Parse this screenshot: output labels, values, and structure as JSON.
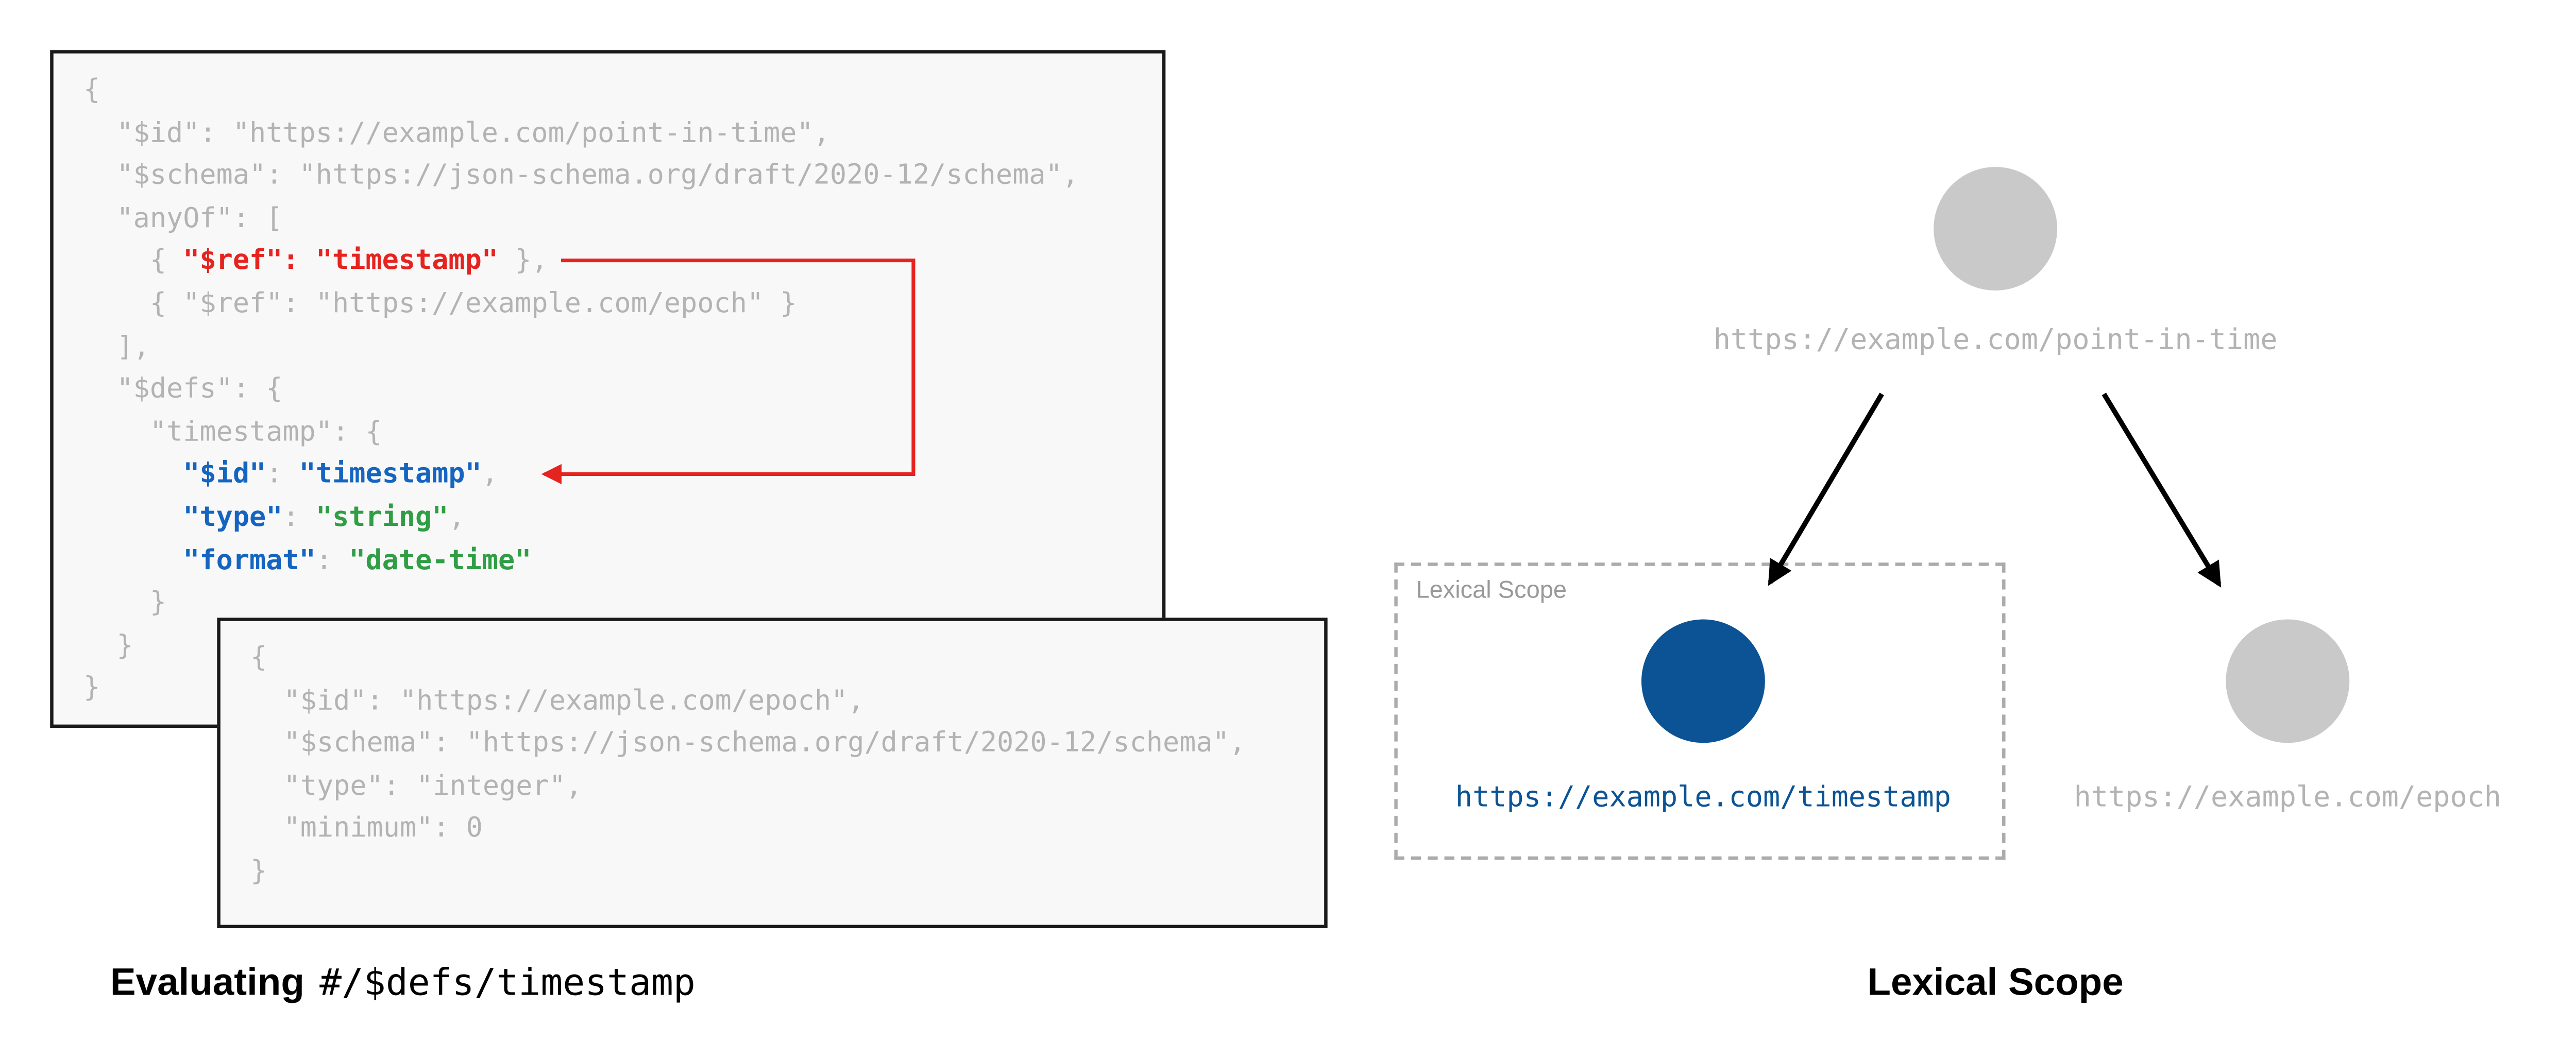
{
  "colors": {
    "gray_text": "#b3b3b3",
    "red": "#e5231f",
    "key_blue": "#1565c0",
    "value_green": "#2f9e44",
    "node_gray": "#c9c9c9",
    "node_blue": "#0b5394",
    "panel_bg": "#f8f8f8",
    "panel_border": "#1a1a1a",
    "scope_border": "#ababab",
    "scope_label": "#999999",
    "caption_text": "#000000",
    "arrow_black": "#000000"
  },
  "code_panels": {
    "point_in_time": {
      "lines": [
        [
          {
            "t": "{",
            "c": "gray"
          }
        ],
        [
          {
            "t": "  \"$id\": \"https://example.com/point-in-time\",",
            "c": "gray"
          }
        ],
        [
          {
            "t": "  \"$schema\": \"https://json-schema.org/draft/2020-12/schema\",",
            "c": "gray"
          }
        ],
        [
          {
            "t": "  \"anyOf\": [",
            "c": "gray"
          }
        ],
        [
          {
            "t": "    { ",
            "c": "gray"
          },
          {
            "t": "\"$ref\": \"timestamp\"",
            "c": "red"
          },
          {
            "t": " },",
            "c": "gray"
          }
        ],
        [
          {
            "t": "    { \"$ref\": \"https://example.com/epoch\" }",
            "c": "gray"
          }
        ],
        [
          {
            "t": "  ],",
            "c": "gray"
          }
        ],
        [
          {
            "t": "  \"$defs\": {",
            "c": "gray"
          }
        ],
        [
          {
            "t": "    \"timestamp\": {",
            "c": "gray"
          }
        ],
        [
          {
            "t": "      ",
            "c": "gray"
          },
          {
            "t": "\"$id\"",
            "c": "blue"
          },
          {
            "t": ": ",
            "c": "gray"
          },
          {
            "t": "\"timestamp\"",
            "c": "blue"
          },
          {
            "t": ",",
            "c": "gray"
          }
        ],
        [
          {
            "t": "      ",
            "c": "gray"
          },
          {
            "t": "\"type\"",
            "c": "blue"
          },
          {
            "t": ": ",
            "c": "gray"
          },
          {
            "t": "\"string\"",
            "c": "green"
          },
          {
            "t": ",",
            "c": "gray"
          }
        ],
        [
          {
            "t": "      ",
            "c": "gray"
          },
          {
            "t": "\"format\"",
            "c": "blue"
          },
          {
            "t": ": ",
            "c": "gray"
          },
          {
            "t": "\"date-time\"",
            "c": "green"
          }
        ],
        [
          {
            "t": "    }",
            "c": "gray"
          }
        ],
        [
          {
            "t": "  }",
            "c": "gray"
          }
        ],
        [
          {
            "t": "}",
            "c": "gray"
          }
        ]
      ]
    },
    "epoch": {
      "lines": [
        [
          {
            "t": "{",
            "c": "gray"
          }
        ],
        [
          {
            "t": "  \"$id\": \"https://example.com/epoch\",",
            "c": "gray"
          }
        ],
        [
          {
            "t": "  \"$schema\": \"https://json-schema.org/draft/2020-12/schema\",",
            "c": "gray"
          }
        ],
        [
          {
            "t": "  \"type\": \"integer\",",
            "c": "gray"
          }
        ],
        [
          {
            "t": "  \"minimum\": 0",
            "c": "gray"
          }
        ],
        [
          {
            "t": "}",
            "c": "gray"
          }
        ]
      ]
    }
  },
  "captions": {
    "left_bold": "Evaluating",
    "left_mono": "#/$defs/timestamp",
    "right_bold": "Lexical Scope"
  },
  "tree": {
    "scope_box_label": "Lexical Scope",
    "nodes": [
      {
        "id": "point-in-time",
        "label": "https://example.com/point-in-time",
        "color": "gray"
      },
      {
        "id": "timestamp",
        "label": "https://example.com/timestamp",
        "color": "blue"
      },
      {
        "id": "epoch",
        "label": "https://example.com/epoch",
        "color": "gray"
      }
    ]
  }
}
